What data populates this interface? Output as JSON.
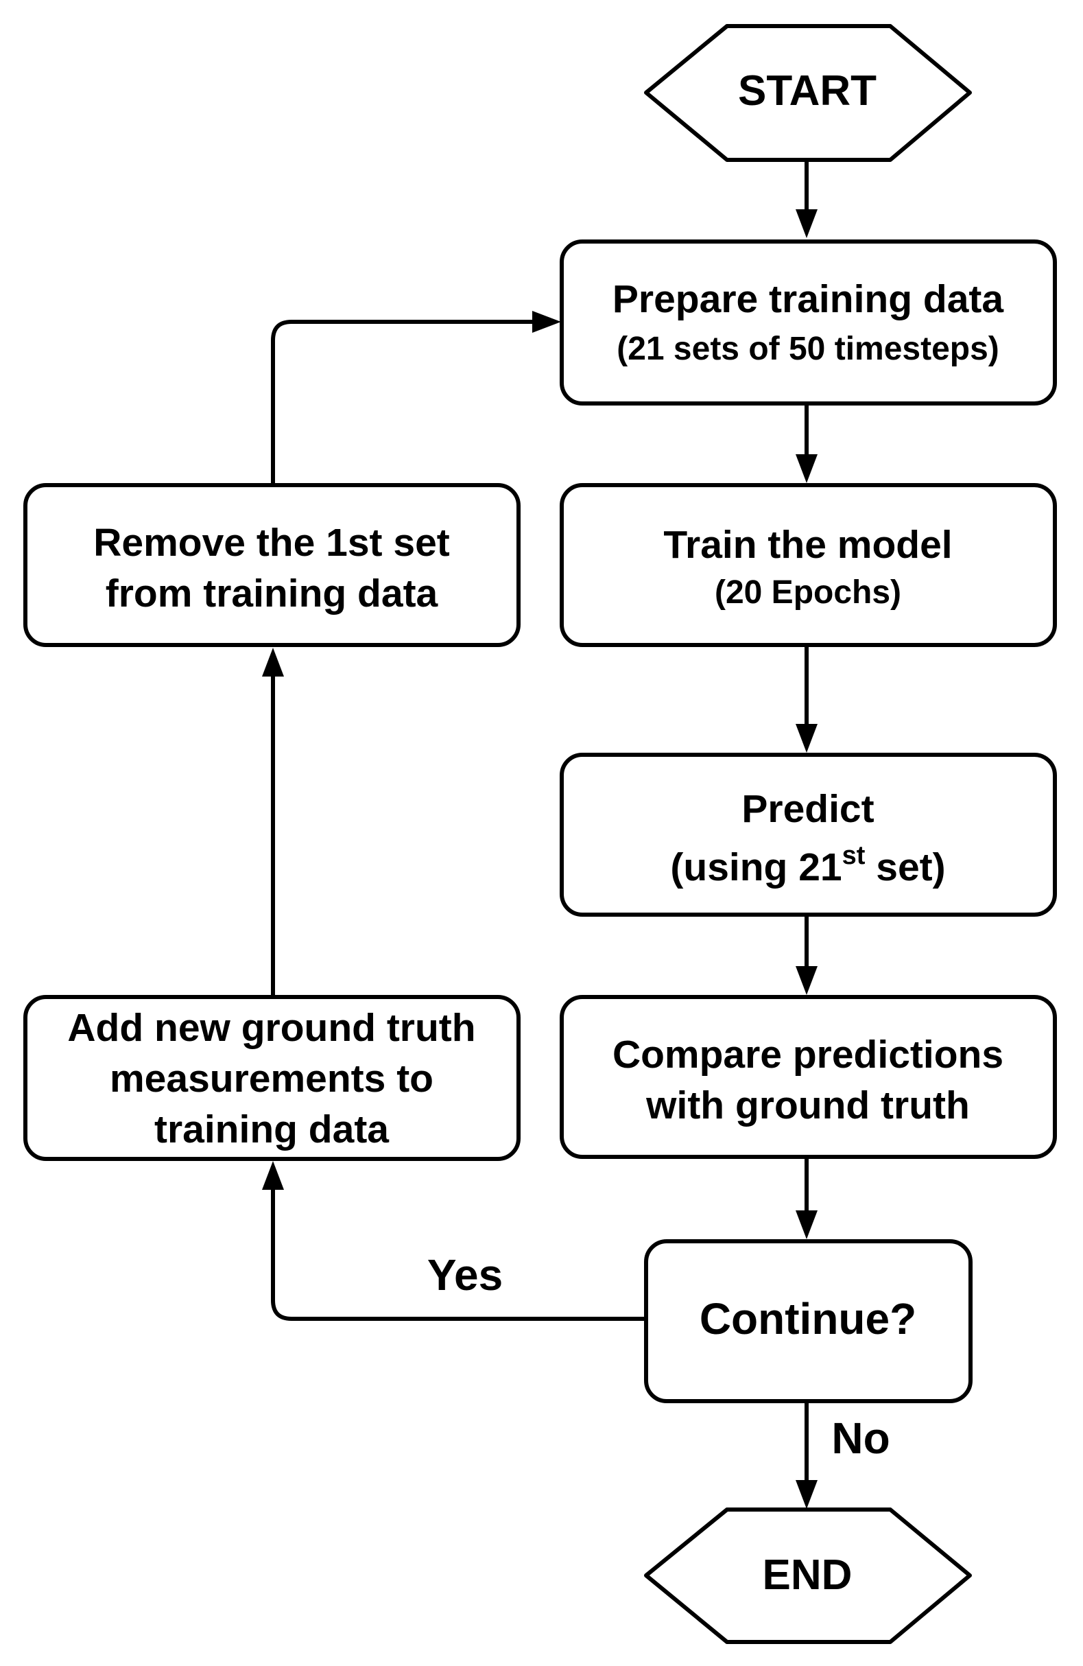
{
  "flowchart": {
    "start": {
      "label": "START"
    },
    "prepare": {
      "title": "Prepare training data",
      "subtitle": "(21 sets of 50 timesteps)"
    },
    "train": {
      "title": "Train the model",
      "subtitle": "(20 Epochs)"
    },
    "predict": {
      "title": "Predict",
      "subtitle_prefix": "(using 21",
      "subtitle_sup": "st",
      "subtitle_suffix": " set)"
    },
    "compare": {
      "line1": "Compare predictions",
      "line2": "with ground truth"
    },
    "continue": {
      "label": "Continue?"
    },
    "end": {
      "label": "END"
    },
    "add": {
      "line1": "Add new ground truth",
      "line2": "measurements to",
      "line3": "training data"
    },
    "remove": {
      "line1": "Remove the 1st set",
      "line2": "from training data"
    },
    "edges": {
      "yes_label": "Yes",
      "no_label": "No"
    }
  }
}
